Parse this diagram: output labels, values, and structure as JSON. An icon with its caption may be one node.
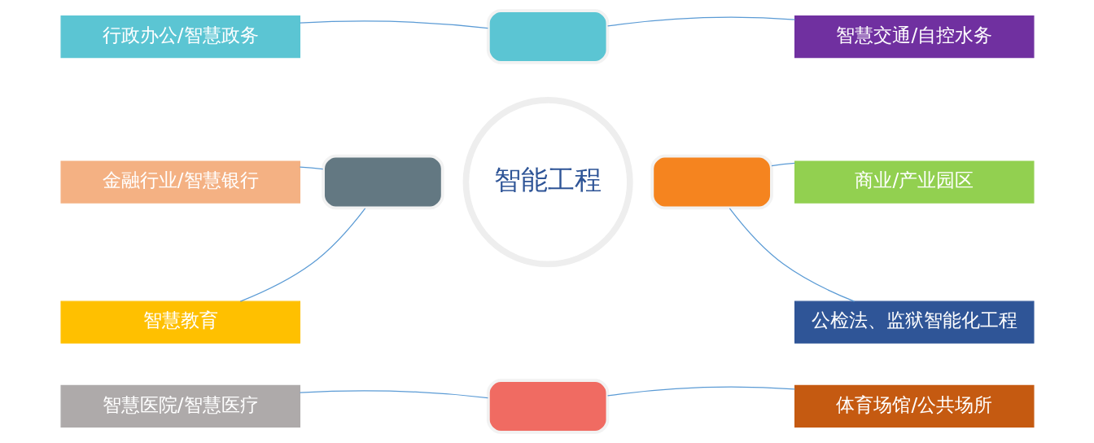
{
  "diagram": {
    "nodes": [
      {
        "text": [
          "行政办公/智慧政务"
        ]
      },
      {
        "text": [],
        "shape": "segment"
      },
      {
        "text": [
          "智慧交通/自控水务"
        ]
      },
      {
        "text": [
          "金融行业/智慧银行"
        ]
      },
      {
        "text": [],
        "shape": "segment"
      },
      {
        "text": [
          "智能工程"
        ]
      },
      {
        "text": [],
        "shape": "segment"
      },
      {
        "text": [
          "商业/产业园区"
        ]
      },
      {
        "text": [
          "智慧教育"
        ]
      },
      {
        "text": [
          "公检法、监狱智能化工程"
        ]
      },
      {
        "text": [
          "智慧医院/智慧医疗"
        ]
      },
      {
        "text": [],
        "shape": "segment"
      },
      {
        "text": [
          "体育场馆/公共场所"
        ]
      }
    ],
    "edges": [
      {
        "from": 0,
        "to": 1,
        "arrow": "none"
      },
      {
        "from": 2,
        "to": 1,
        "arrow": "none"
      },
      {
        "from": 3,
        "to": 4,
        "arrow": "none"
      },
      {
        "from": 7,
        "to": 6,
        "arrow": "none"
      },
      {
        "from": 8,
        "to": 4,
        "arrow": "none"
      },
      {
        "from": 9,
        "to": 6,
        "arrow": "none"
      },
      {
        "from": 10,
        "to": 11,
        "arrow": "none"
      },
      {
        "from": 12,
        "to": 11,
        "arrow": "none"
      }
    ]
  }
}
